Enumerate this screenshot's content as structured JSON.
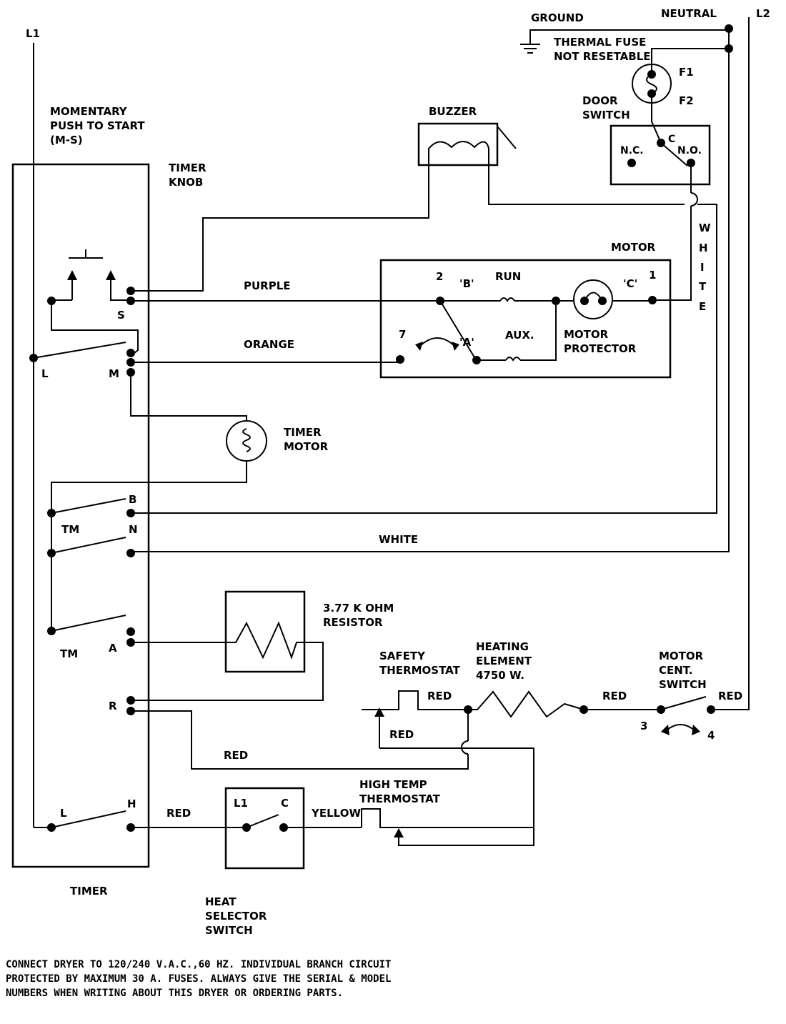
{
  "lines": {
    "l1": "L1",
    "l2": "L2",
    "ground": "GROUND",
    "neutral": "NEUTRAL"
  },
  "thermal_fuse": {
    "line1": "THERMAL FUSE",
    "line2": "NOT RESETABLE",
    "f1": "F1",
    "f2": "F2"
  },
  "door_switch": {
    "line1": "DOOR",
    "line2": "SWITCH",
    "nc": "N.C.",
    "c": "C",
    "no": "N.O."
  },
  "buzzer": {
    "label": "BUZZER"
  },
  "timer": {
    "momentary_line1": "MOMENTARY",
    "momentary_line2": "PUSH TO START",
    "momentary_line3": "(M-S)",
    "knob_line1": "TIMER",
    "knob_line2": "KNOB",
    "label": "TIMER",
    "terminals": {
      "s": "S",
      "l_upper": "L",
      "m": "M",
      "b": "B",
      "tm_upper": "TM",
      "n": "N",
      "tm_lower": "TM",
      "a": "A",
      "r": "R",
      "l_lower": "L",
      "h": "H"
    }
  },
  "timer_motor": {
    "line1": "TIMER",
    "line2": "MOTOR"
  },
  "motor": {
    "label": "MOTOR",
    "t2": "2",
    "b": "'B'",
    "run": "RUN",
    "c": "'C'",
    "t1": "1",
    "t7": "7",
    "a": "'A'",
    "aux": "AUX.",
    "protector_line1": "MOTOR",
    "protector_line2": "PROTECTOR"
  },
  "wires": {
    "purple": "PURPLE",
    "orange": "ORANGE",
    "white_horizontal": "WHITE",
    "white_vertical": [
      "W",
      "H",
      "I",
      "T",
      "E"
    ],
    "red_safety_right": "RED",
    "red_safety_below": "RED",
    "red_element_right": "RED",
    "red_centrifugal": "RED",
    "red_timer_r": "RED",
    "red_timer_h": "RED",
    "yellow": "YELLOW"
  },
  "resistor": {
    "line1": "3.77 K OHM",
    "line2": "RESISTOR"
  },
  "safety_thermostat": {
    "line1": "SAFETY",
    "line2": "THERMOSTAT"
  },
  "heating_element": {
    "line1": "HEATING",
    "line2": "ELEMENT",
    "line3": "4750 W."
  },
  "motor_cent_switch": {
    "line1": "MOTOR",
    "line2": "CENT.",
    "line3": "SWITCH",
    "pos3": "3",
    "pos4": "4"
  },
  "high_temp_thermostat": {
    "line1": "HIGH TEMP",
    "line2": "THERMOSTAT"
  },
  "heat_selector": {
    "l1": "L1",
    "c": "C",
    "line1": "HEAT",
    "line2": "SELECTOR",
    "line3": "SWITCH"
  },
  "footer": {
    "line1": "CONNECT DRYER TO 120/240 V.A.C.,60 HZ. INDIVIDUAL BRANCH CIRCUIT",
    "line2": "PROTECTED BY MAXIMUM 30 A. FUSES. ALWAYS GIVE THE SERIAL & MODEL",
    "line3": "NUMBERS WHEN WRITING ABOUT THIS DRYER OR ORDERING PARTS."
  }
}
